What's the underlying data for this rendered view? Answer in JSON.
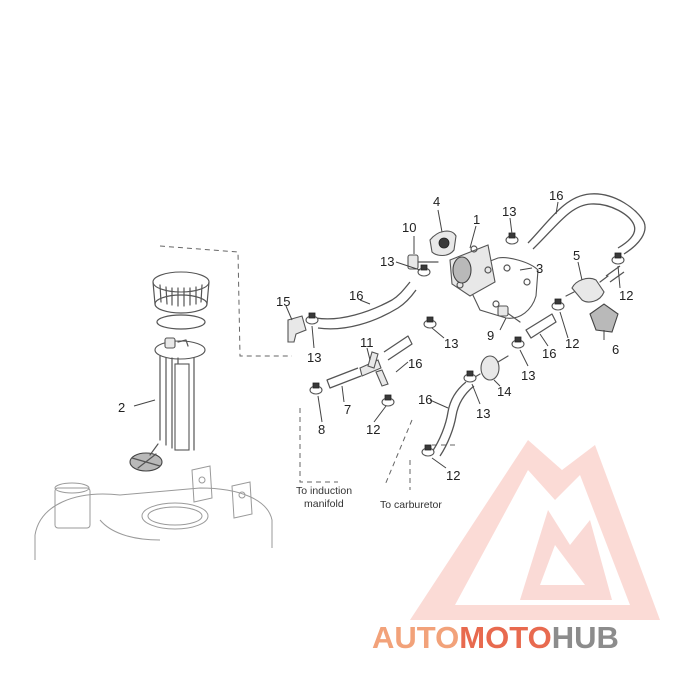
{
  "callouts": {
    "c1": "1",
    "c2": "2",
    "c3": "3",
    "c4": "4",
    "c5": "5",
    "c6": "6",
    "c7": "7",
    "c8": "8",
    "c9": "9",
    "c10": "10",
    "c11": "11",
    "c12a": "12",
    "c12b": "12",
    "c12c": "12",
    "c12d": "12",
    "c13a": "13",
    "c13b": "13",
    "c13c": "13",
    "c13d": "13",
    "c13e": "13",
    "c13f": "13",
    "c14": "14",
    "c15": "15",
    "c16a": "16",
    "c16b": "16",
    "c16c": "16",
    "c16d": "16",
    "c16e": "16"
  },
  "notes": {
    "induction_line1": "To induction",
    "induction_line2": "manifold",
    "carburetor": "To carburetor"
  },
  "watermark": {
    "part1": "AUTO",
    "part2": "MOTO",
    "part3": "HUB",
    "color_light": "#f2a27a",
    "color_mid": "#e86a4f",
    "color_dark": "#8c8c8c"
  }
}
